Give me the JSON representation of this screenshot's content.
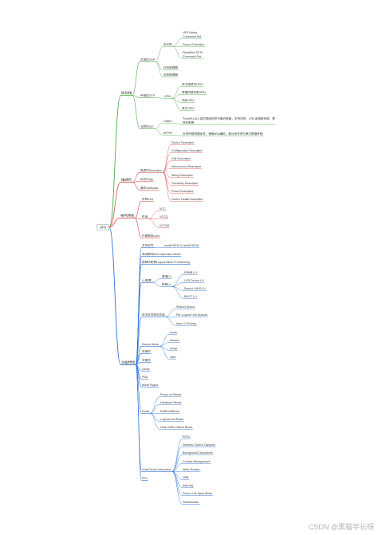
{
  "mindmap": {
    "root": "UFS",
    "branches": [
      {
        "label": "协议栈",
        "color": "#4caf50",
        "children": [
          {
            "label": "应用层UAP",
            "children": [
              {
                "label": "命令集",
                "children": [
                  {
                    "label": "UFS Native Command Set"
                  },
                  {
                    "label": "Future Extension"
                  },
                  {
                    "label": "Simplified SCSI Command Set"
                  }
                ]
              },
              {
                "label": "任务管理器"
              },
              {
                "label": "设备管理器"
              }
            ]
          },
          {
            "label": "传输层UTP",
            "children": [
              {
                "label": "UPIU",
                "children": [
                  {
                    "label": "命令描述符UPIU"
                  },
                  {
                    "label": "数据传输机制UPIU"
                  },
                  {
                    "label": "响应UPIU"
                  },
                  {
                    "label": "其它UPIU"
                  }
                ]
              }
            ]
          },
          {
            "label": "互联层UIC",
            "children": [
              {
                "label": "Unipro",
                "children": [
                  {
                    "label": "为UniPro以上层的通信提供可靠的链路，支持流控、CRC出错和检错、重传机制等"
                  }
                ]
              },
              {
                "label": "M-PHY",
                "children": [
                  {
                    "label": "负责传输物理信号，使用8/10编码，差分信号进行串行数据传输"
                  }
                ]
              }
            ]
          }
        ]
      },
      {
        "label": "描述符",
        "color": "#e05a5a",
        "children": [
          {
            "label": "描述符Descriptor",
            "children": [
              {
                "label": "Device Descriptor"
              },
              {
                "label": "Configuration Descriptor"
              },
              {
                "label": "Unit Descriptor"
              },
              {
                "label": "Interconnect Descriptor"
              },
              {
                "label": "String Descriptor"
              },
              {
                "label": "Geometry Descriptor"
              },
              {
                "label": "Power Descriptor"
              },
              {
                "label": "Device Health Descriptor"
              }
            ]
          },
          {
            "label": "标志Flags"
          },
          {
            "label": "属性Attributes"
          }
        ]
      },
      {
        "label": "电气特性",
        "color": "#e05a5a",
        "children": [
          {
            "label": "时钟CLK"
          },
          {
            "label": "供电",
            "children": [
              {
                "label": "VCC"
              },
              {
                "label": "VCCQ"
              },
              {
                "label": "VCCQ2"
              }
            ]
          },
          {
            "label": "引脚图及Lane"
          }
        ]
      },
      {
        "label": "功能特性",
        "color": "#2b74d9",
        "children": [
          {
            "label": "支持读写",
            "children": [
              {
                "label": "read6/10/16 & write6/10/16"
              }
            ]
          },
          {
            "label": "启动模式Boot Operation Mode"
          },
          {
            "label": "逻辑块配置Logical Block Provisioning"
          },
          {
            "label": "LU配置",
            "children": [
              {
                "label": "普通LU"
              },
              {
                "label": "特殊LU",
                "children": [
                  {
                    "label": "RPMB LU"
                  },
                  {
                    "label": "UFS Device LU"
                  },
                  {
                    "label": "Report LUNS LU"
                  },
                  {
                    "label": "BOOT LU"
                  }
                ]
              }
            ]
          },
          {
            "label": "命令队列及优先级",
            "children": [
              {
                "label": "Shared Queue"
              },
              {
                "label": "Per-Logical Unit Queues"
              },
              {
                "label": "Inter-LU Priority"
              }
            ]
          },
          {
            "label": "Secure Mode",
            "children": [
              {
                "label": "erase"
              },
              {
                "label": "discard"
              },
              {
                "label": "purge"
              },
              {
                "label": "wipe"
              }
            ]
          },
          {
            "label": "写保护"
          },
          {
            "label": "可靠写"
          },
          {
            "label": "cache"
          },
          {
            "label": "PSA"
          },
          {
            "label": "Mode Pages"
          },
          {
            "label": "Reset",
            "children": [
              {
                "label": "Power-on Reset"
              },
              {
                "label": "Hardware Reset"
              },
              {
                "label": "EndPointReset"
              },
              {
                "label": "Logical Unit Reset"
              },
              {
                "label": "Host UniPro Warm Reset"
              }
            ]
          },
          {
            "label": "Host Device Interaction",
            "children": [
              {
                "label": "POSL"
              },
              {
                "label": "Dynamic Device Capacity"
              },
              {
                "label": "Background Operations"
              },
              {
                "label": "Context Management"
              },
              {
                "label": "Write Booster"
              },
              {
                "label": "HPB"
              },
              {
                "label": "data tag"
              },
              {
                "label": "Device Life Span Mode"
              },
              {
                "label": "WriteBooster"
              }
            ]
          },
          {
            "label": "FFU"
          }
        ]
      }
    ]
  },
  "colors": {
    "text": "#333333",
    "root_border": "#8a8a8a"
  },
  "watermark": "CSDN @黑猫学长呀"
}
